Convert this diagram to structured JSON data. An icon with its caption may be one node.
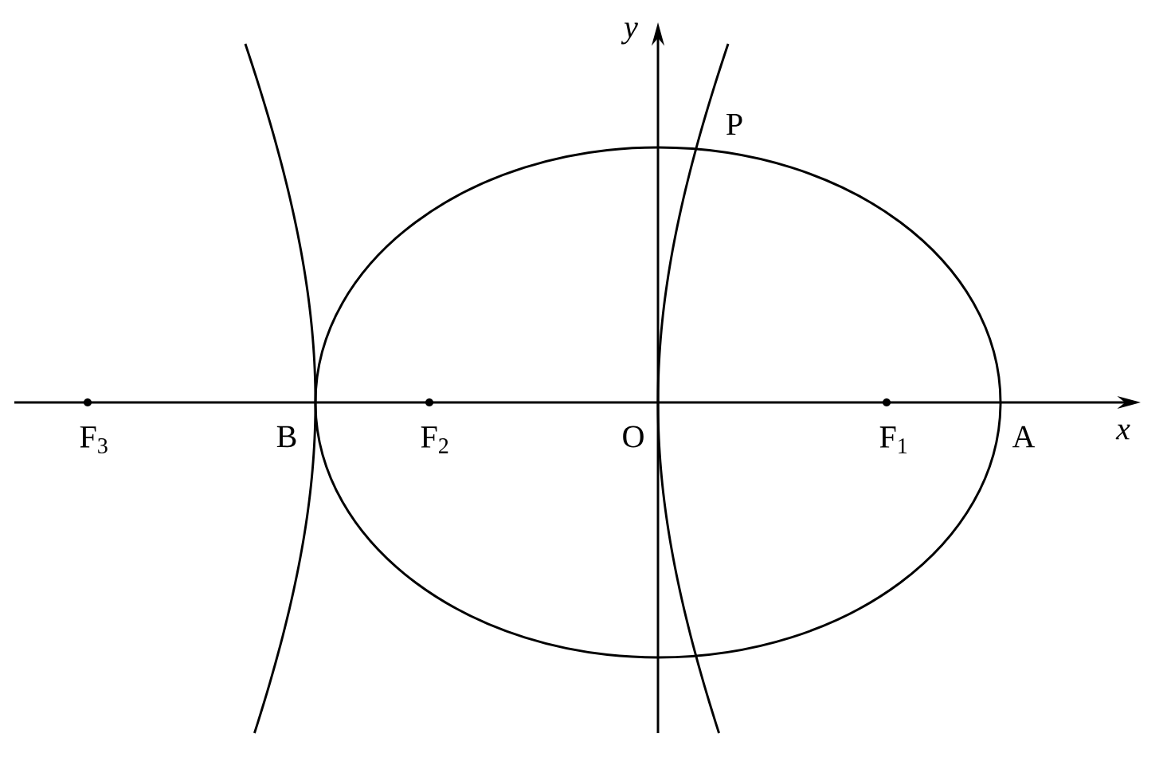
{
  "diagram": {
    "labels": [
      "y",
      "P",
      "F$_{3}$",
      "B",
      "F$_{2}$",
      "O",
      "F$_{1}$",
      "A",
      "x"
    ]
  }
}
